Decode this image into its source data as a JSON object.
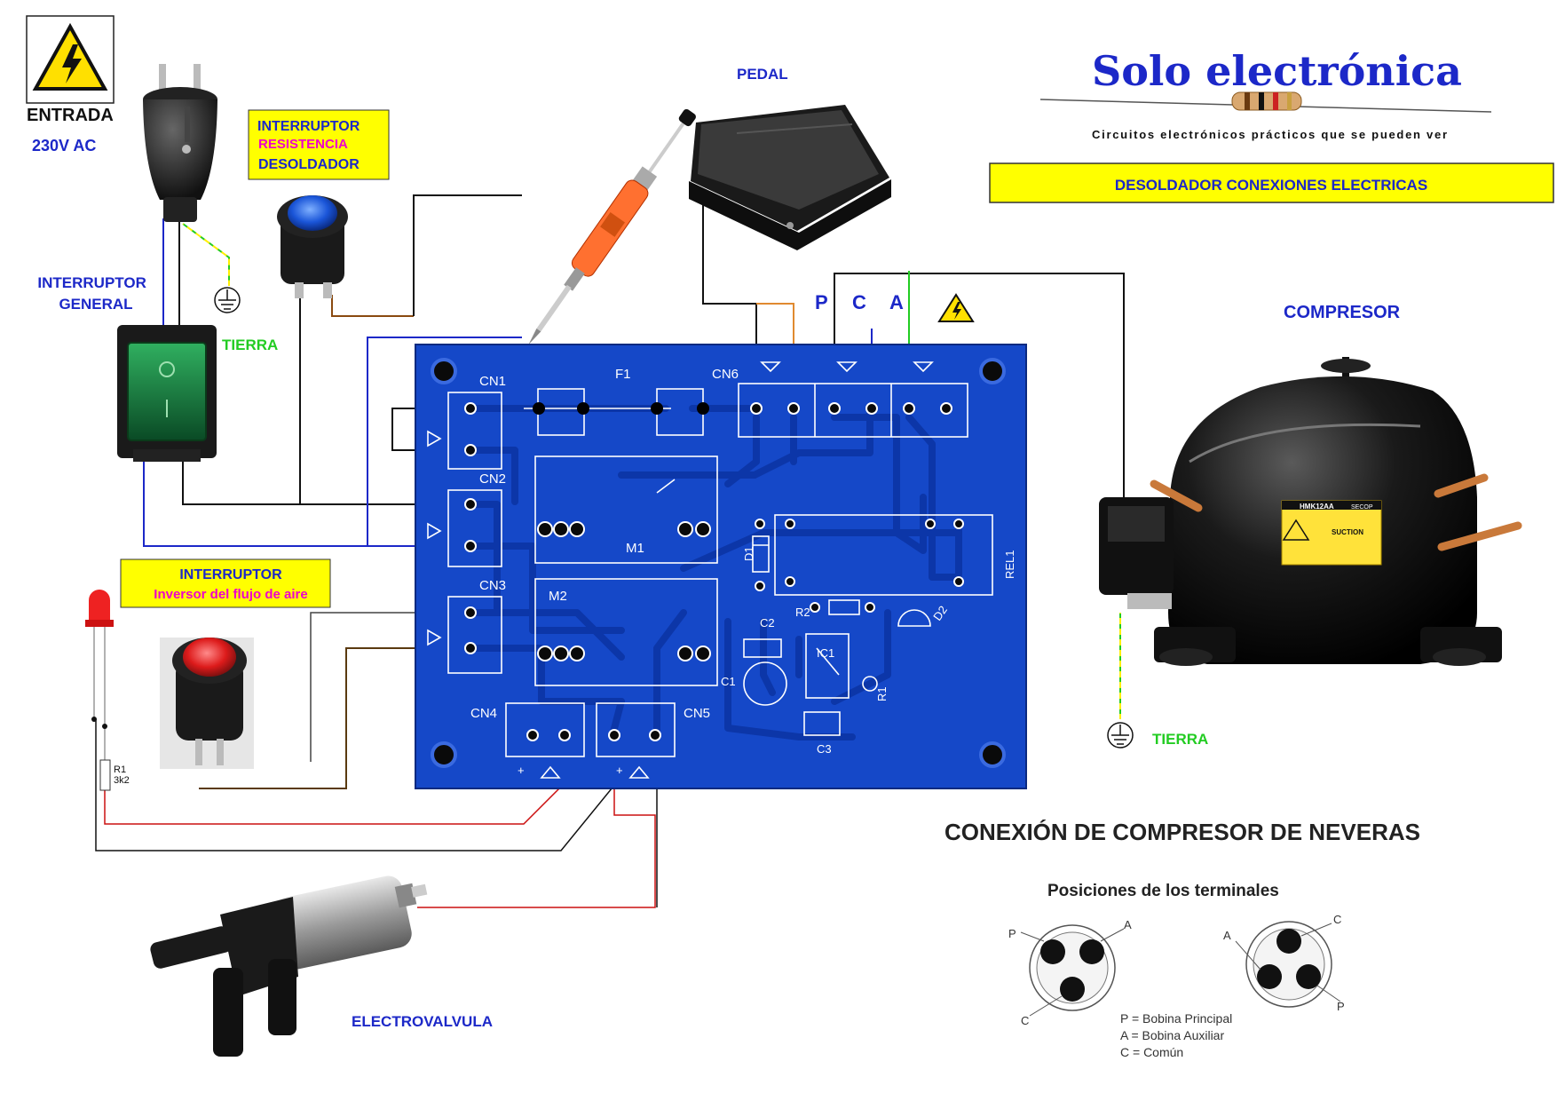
{
  "brand": {
    "title": "Solo electrónica",
    "subtitle": "Circuitos electrónicos prácticos que se pueden ver"
  },
  "banner": "DESOLDADOR CONEXIONES ELECTRICAS",
  "labels": {
    "entrada": "ENTRADA",
    "voltage": "230V AC",
    "interruptor_general": [
      "INTERRUPTOR",
      "GENERAL"
    ],
    "tierra_left": "TIERRA",
    "tierra_right": "TIERRA",
    "switch_res": [
      "INTERRUPTOR",
      "RESISTENCIA",
      "DESOLDADOR"
    ],
    "switch_inv": [
      "INTERRUPTOR",
      "Inversor del flujo de aire"
    ],
    "pedal": "PEDAL",
    "compresor": "COMPRESOR",
    "electrovalvula": "ELECTROVALVULA",
    "pca": [
      "P",
      "C",
      "A"
    ]
  },
  "pcb": {
    "connectors": [
      "CN1",
      "CN2",
      "CN3",
      "CN4",
      "CN5",
      "CN6"
    ],
    "components": {
      "f1": "F1",
      "m1": "M1",
      "m2": "M2",
      "d1": "D1",
      "d2": "D2",
      "rel1": "REL1",
      "r1": "R1",
      "r2": "R2",
      "c1": "C1",
      "c2": "C2",
      "c3": "C3",
      "ic1": "IC1"
    },
    "cn_polarity": "+"
  },
  "led_resistor": [
    "R1",
    "3k2"
  ],
  "compressor_section": {
    "heading": "CONEXIÓN DE COMPRESOR DE NEVERAS",
    "subheading": "Posiciones de los terminales",
    "term_labels_left": [
      "P",
      "A",
      "C"
    ],
    "term_labels_right": [
      "A",
      "C",
      "P"
    ],
    "legend": [
      "P = Bobina Principal",
      "A = Bobina Auxiliar",
      "C = Común"
    ]
  },
  "compressor_plate": {
    "model": "HMK12AA",
    "brand": "SECOP",
    "suction": "SUCTION"
  },
  "colors": {
    "pcb": "#1548c8",
    "label_blue": "#1c28c8",
    "yellow_box": "#ffff00",
    "ground_green": "#22cc22",
    "magenta": "#ee00cc"
  }
}
